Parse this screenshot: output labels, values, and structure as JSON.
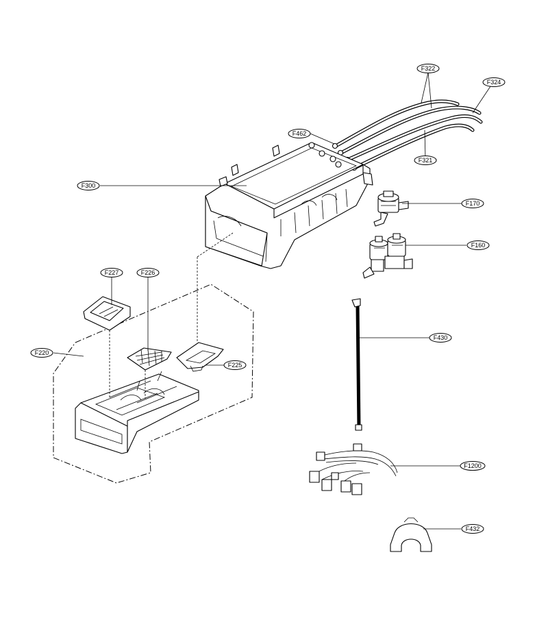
{
  "labels": {
    "f322": "F322",
    "f324": "F324",
    "f462": "F462",
    "f321": "F321",
    "f300": "F300",
    "f170": "F170",
    "f160": "F160",
    "f227": "F227",
    "f226": "F226",
    "f220": "F220",
    "f225": "F225",
    "f430": "F430",
    "f1200": "F1200",
    "f432": "F432"
  }
}
